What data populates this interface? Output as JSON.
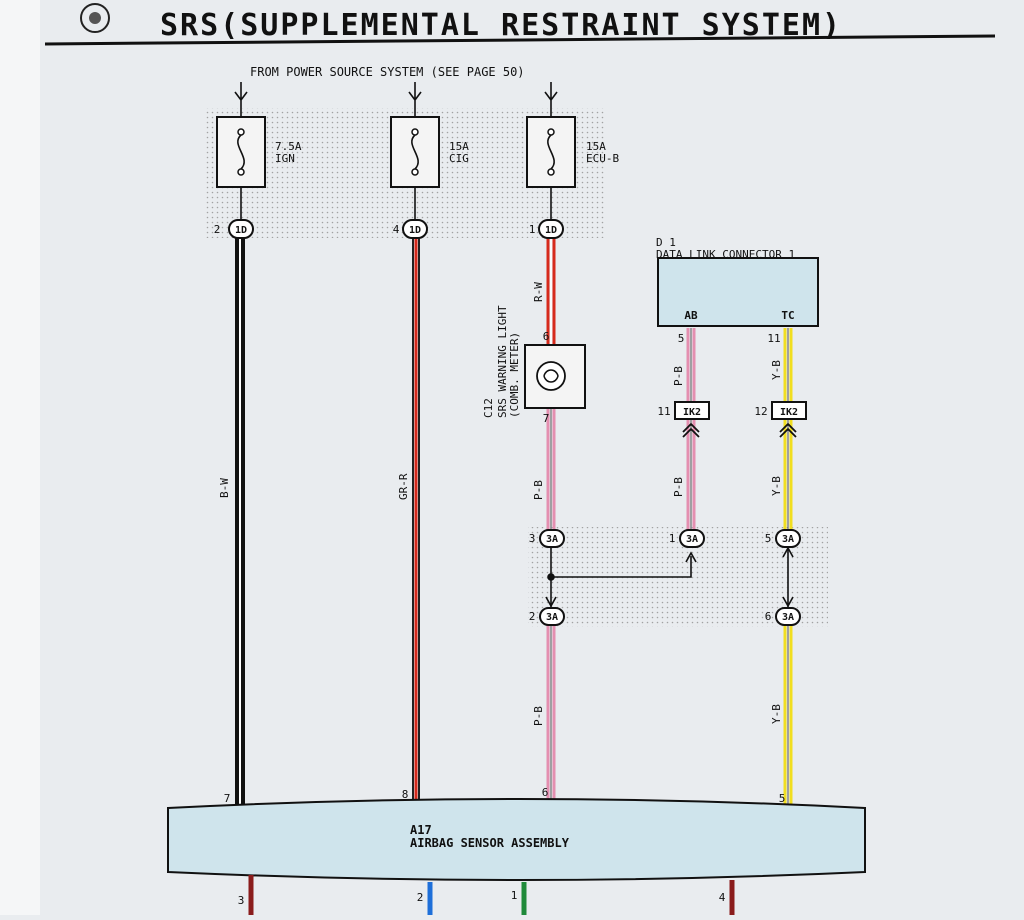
{
  "header": {
    "title": "SRS(SUPPLEMENTAL RESTRAINT SYSTEM)"
  },
  "power_source": "FROM POWER SOURCE SYSTEM (SEE PAGE 50)",
  "fuses": [
    {
      "amp": "7.5A",
      "name": "IGN",
      "pin": "2",
      "connector": "1D"
    },
    {
      "amp": "15A",
      "name": "CIG",
      "pin": "4",
      "connector": "1D"
    },
    {
      "amp": "15A",
      "name": "ECU-B",
      "pin": "1",
      "connector": "1D"
    }
  ],
  "warning_light": {
    "id": "C12",
    "name": "SRS WARNING LIGHT",
    "sub": "(COMB. METER)",
    "pin_in": "6",
    "pin_out": "7"
  },
  "dlc": {
    "id": "D 1",
    "name": "DATA LINK CONNECTOR 1",
    "terminals": [
      {
        "label": "AB",
        "pin": "5"
      },
      {
        "label": "TC",
        "pin": "11"
      }
    ]
  },
  "ik2": [
    {
      "pin": "11",
      "label": "IK2"
    },
    {
      "pin": "12",
      "label": "IK2"
    }
  ],
  "junction_3a": [
    {
      "pin": "3",
      "label": "3A"
    },
    {
      "pin": "1",
      "label": "3A"
    },
    {
      "pin": "5",
      "label": "3A"
    },
    {
      "pin": "2",
      "label": "3A"
    },
    {
      "pin": "6",
      "label": "3A"
    }
  ],
  "wires": {
    "bw": "B-W",
    "grr": "GR-R",
    "rw": "R-W",
    "pb": "P-B",
    "yb": "Y-B"
  },
  "airbag": {
    "id": "A17",
    "name": "AIRBAG SENSOR ASSEMBLY",
    "top_pins": [
      "7",
      "8",
      "6",
      "5"
    ],
    "bottom_pins": [
      "3",
      "2",
      "1",
      "4"
    ]
  },
  "colors": {
    "black": "#111111",
    "red": "#d62a1c",
    "pink": "#e48fb0",
    "yellow": "#f1de20",
    "blue": "#1e6fd9",
    "green": "#1f8a3a",
    "darkred": "#8a1c1c",
    "box_fill": "#cfe4ec"
  }
}
